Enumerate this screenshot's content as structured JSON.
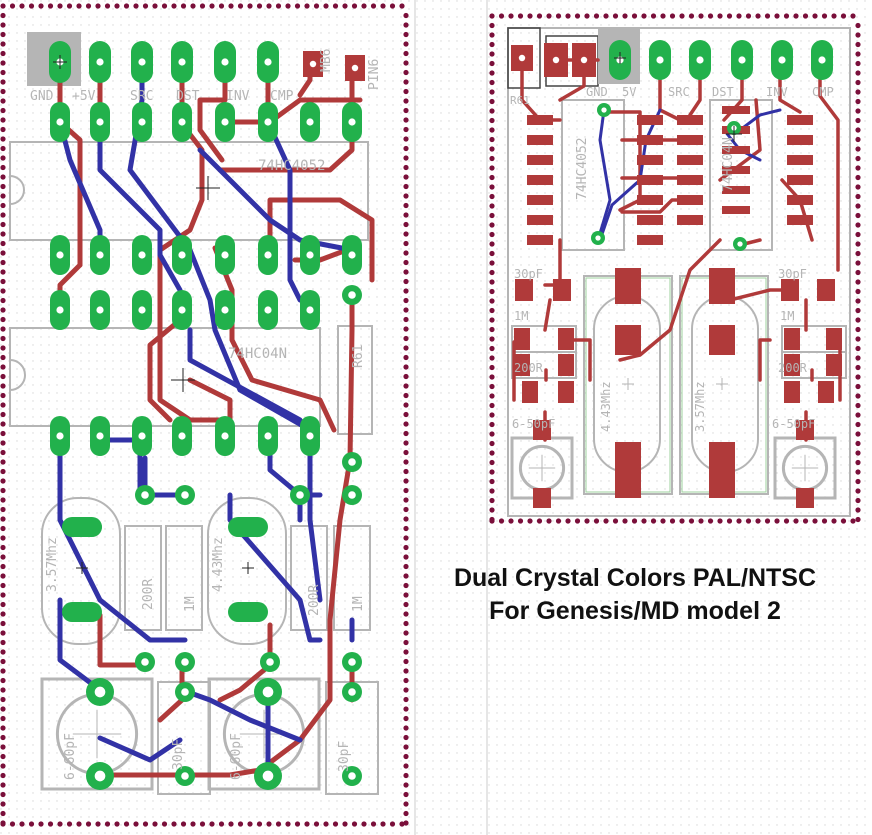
{
  "colors": {
    "top_copper": "#b03a3a",
    "bottom_copper": "#3232a6",
    "pad": "#22b14c",
    "outline": "#b5b5b5",
    "border_via": "#7a0f3a",
    "grid": "#d8d8d8",
    "caption": "#111111"
  },
  "caption": {
    "line1": "Dual Crystal Colors PAL/NTSC",
    "line2": "For Genesis/MD model 2"
  },
  "left_board": {
    "header_labels": [
      "GND",
      "+5V",
      "SRC",
      "DST",
      "INV",
      "CMP",
      "MB6",
      "PIN6"
    ],
    "chip_upper": "74HC4052",
    "chip_lower": "74HC04N",
    "resistor_side": "R61",
    "crystal_a": "3.57Mhz",
    "crystal_b": "4.43Mhz",
    "resistor_a": "200R",
    "resistor_b": "200R",
    "resistor_c": "1M",
    "resistor_d": "1M",
    "trimmer_a": "6-60pF",
    "trimmer_b": "6-60pF",
    "cap_a": "30pF",
    "cap_b": "30pF"
  },
  "right_board": {
    "header_labels": [
      "R61",
      "GND",
      "5V",
      "SRC",
      "DST",
      "INV",
      "CMP"
    ],
    "chip_upper": "74HC4052",
    "chip_lower": "74HC04N",
    "cap_left": "30pF",
    "cap_right": "30pF",
    "res_left_1": "1M",
    "res_right_1": "1M",
    "res_left_2": "200R",
    "res_right_2": "200R",
    "trim_left": "6-50pF",
    "trim_right": "6-50pF",
    "crystal_left": "4.43Mhz",
    "crystal_right": "3.57Mhz"
  }
}
